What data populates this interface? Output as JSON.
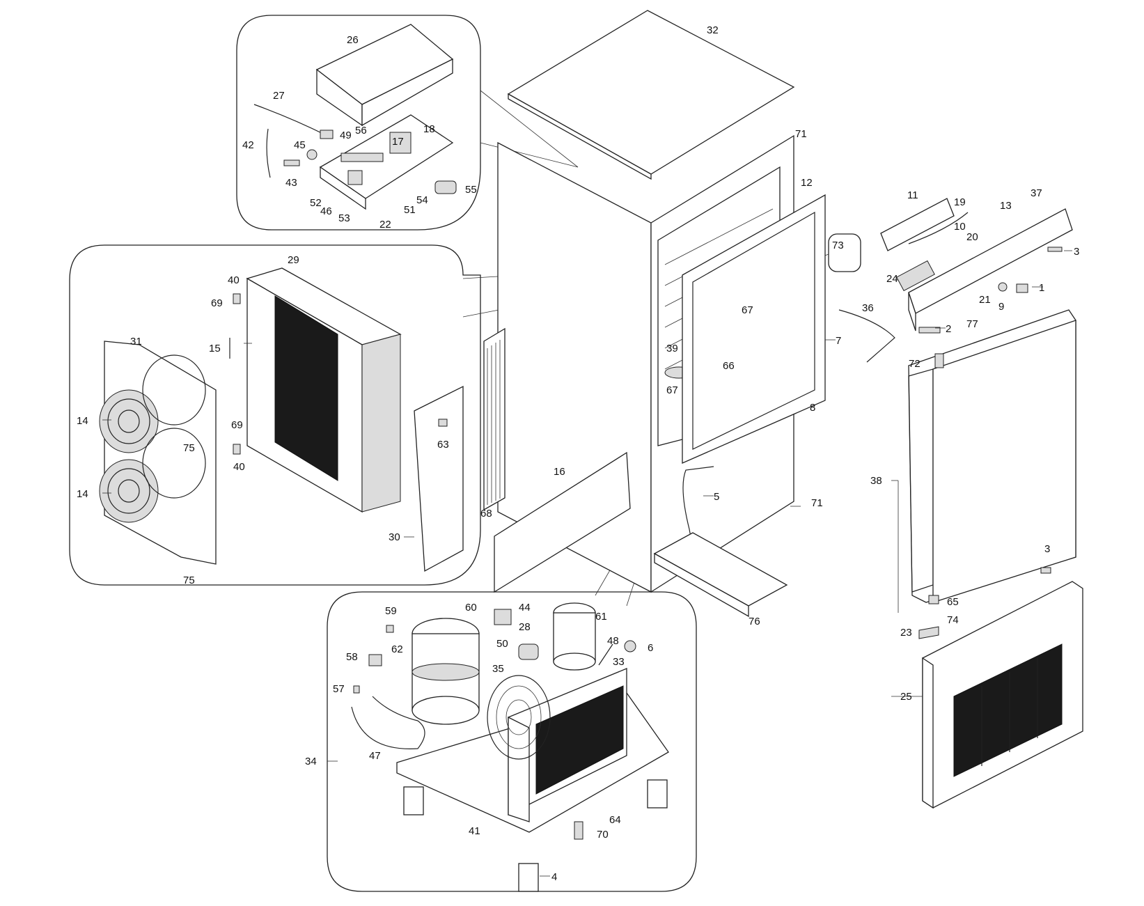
{
  "callouts": {
    "c1": "1",
    "c2": "2",
    "c3": "3",
    "c4": "4",
    "c5": "5",
    "c6": "6",
    "c7": "7",
    "c8": "8",
    "c9": "9",
    "c10": "10",
    "c11": "11",
    "c12": "12",
    "c13": "13",
    "c14": "14",
    "c15": "15",
    "c16": "16",
    "c17": "17",
    "c18": "18",
    "c19": "19",
    "c20": "20",
    "c21": "21",
    "c22": "22",
    "c23": "23",
    "c24": "24",
    "c25": "25",
    "c26": "26",
    "c27": "27",
    "c28": "28",
    "c29": "29",
    "c30": "30",
    "c31": "31",
    "c32": "32",
    "c33": "33",
    "c34": "34",
    "c35": "35",
    "c36": "36",
    "c37": "37",
    "c38": "38",
    "c39": "39",
    "c40": "40",
    "c41": "41",
    "c42": "42",
    "c43": "43",
    "c44": "44",
    "c45": "45",
    "c46": "46",
    "c47": "47",
    "c48": "48",
    "c49": "49",
    "c50": "50",
    "c51": "51",
    "c52": "52",
    "c53": "53",
    "c54": "54",
    "c55": "55",
    "c56": "56",
    "c57": "57",
    "c58": "58",
    "c59": "59",
    "c60": "60",
    "c61": "61",
    "c62": "62",
    "c63": "63",
    "c64": "64",
    "c65": "65",
    "c66": "66",
    "c67": "67",
    "c68": "68",
    "c69": "69",
    "c70": "70",
    "c71": "71",
    "c72": "72",
    "c73": "73",
    "c74": "74",
    "c75": "75",
    "c76": "76",
    "c77": "77"
  },
  "colors": {
    "line": "#222222",
    "background": "#ffffff",
    "fill": "#dcdcdc",
    "dark": "#1a1a1a"
  }
}
